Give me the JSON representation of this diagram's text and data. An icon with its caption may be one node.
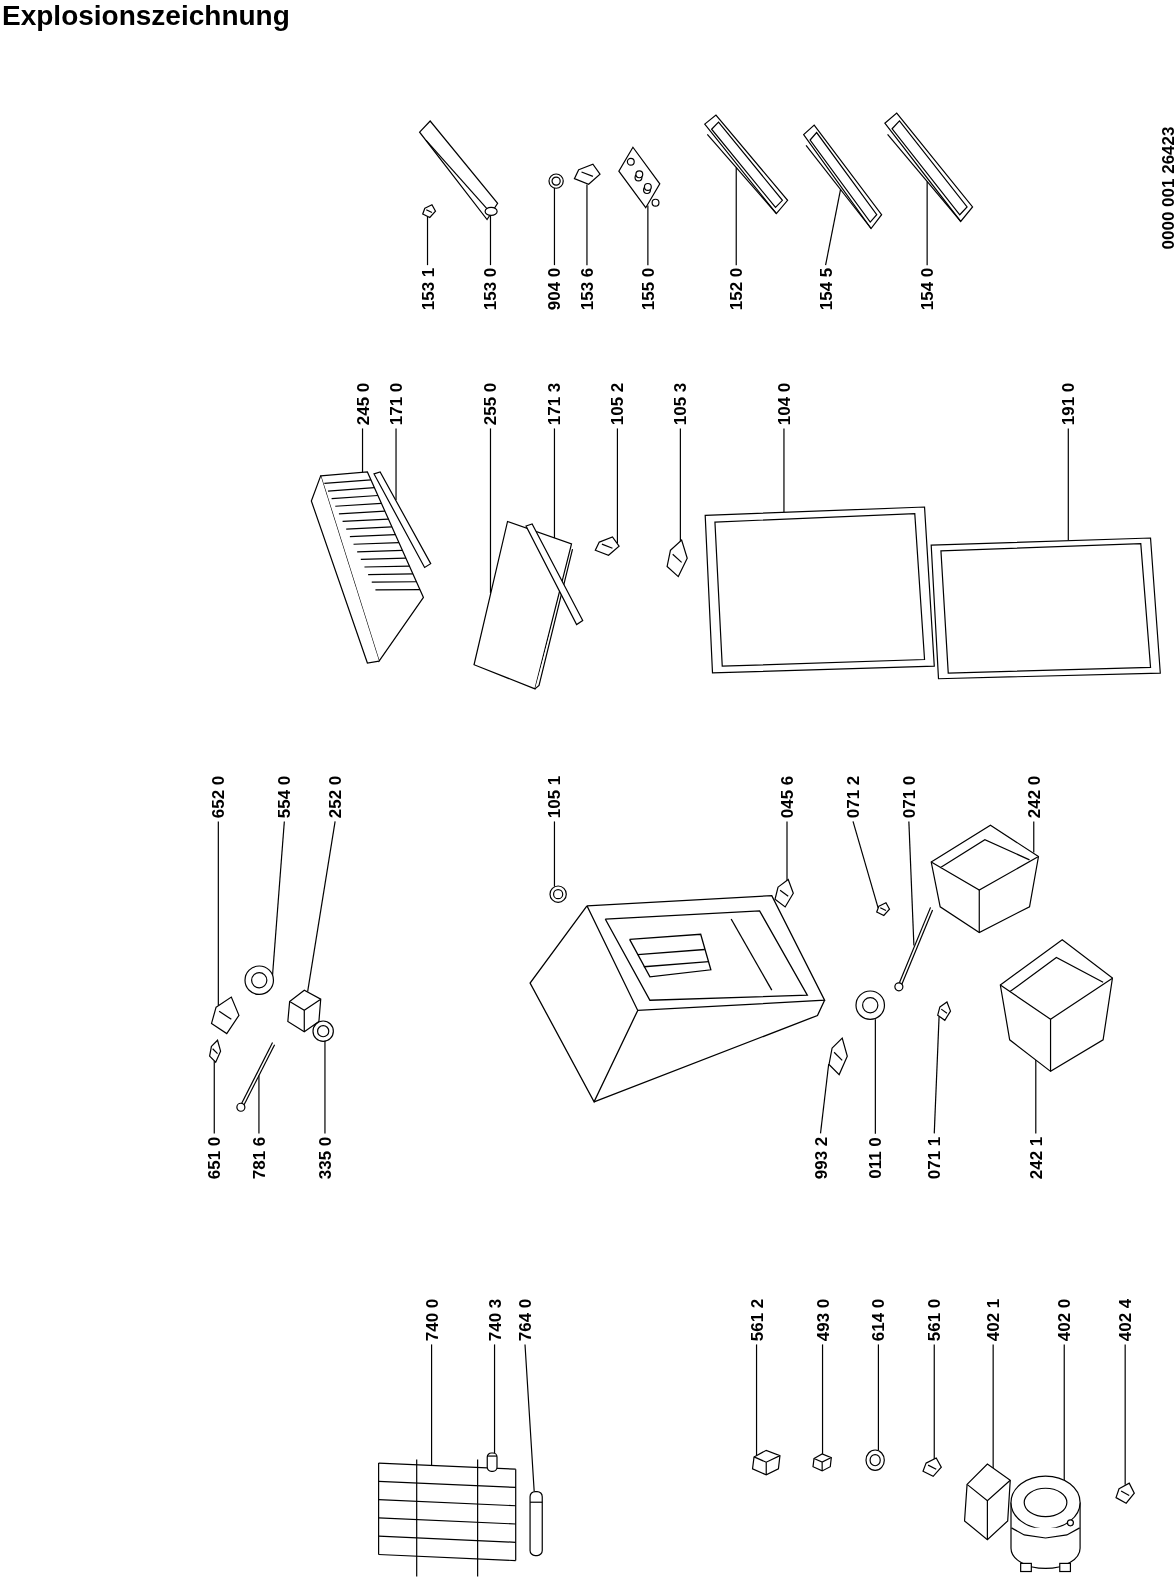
{
  "diagram": {
    "title": "Explosionszeichnung",
    "nodes": [
      {
        "text": [
          "153 1"
        ]
      },
      {
        "text": [],
        "shape": "picture"
      },
      {
        "text": [
          "153 0"
        ]
      },
      {
        "text": [],
        "shape": "picture"
      },
      {
        "text": [
          "904 0"
        ]
      },
      {
        "text": [],
        "shape": "picture"
      },
      {
        "text": [
          "153 6"
        ]
      },
      {
        "text": [],
        "shape": "picture"
      },
      {
        "text": [
          "155 0"
        ]
      },
      {
        "text": [],
        "shape": "picture"
      },
      {
        "text": [
          "152 0"
        ]
      },
      {
        "text": [],
        "shape": "picture"
      },
      {
        "text": [
          "154 5"
        ]
      },
      {
        "text": [],
        "shape": "picture"
      },
      {
        "text": [
          "154 0"
        ]
      },
      {
        "text": [],
        "shape": "picture"
      },
      {
        "text": [
          "245 0"
        ]
      },
      {
        "text": [],
        "shape": "picture"
      },
      {
        "text": [
          "171 0"
        ]
      },
      {
        "text": [],
        "shape": "picture"
      },
      {
        "text": [
          "255 0"
        ]
      },
      {
        "text": [],
        "shape": "picture"
      },
      {
        "text": [
          "171 3"
        ]
      },
      {
        "text": [],
        "shape": "picture"
      },
      {
        "text": [
          "105 2"
        ]
      },
      {
        "text": [],
        "shape": "picture"
      },
      {
        "text": [
          "105 3"
        ]
      },
      {
        "text": [],
        "shape": "picture"
      },
      {
        "text": [
          "104 0"
        ]
      },
      {
        "text": [],
        "shape": "picture"
      },
      {
        "text": [
          "191 0"
        ]
      },
      {
        "text": [],
        "shape": "picture"
      },
      {
        "text": [
          "652 0"
        ]
      },
      {
        "text": [],
        "shape": "picture"
      },
      {
        "text": [
          "554 0"
        ]
      },
      {
        "text": [],
        "shape": "picture"
      },
      {
        "text": [
          "252 0"
        ]
      },
      {
        "text": [],
        "shape": "picture"
      },
      {
        "text": [
          "105 1"
        ]
      },
      {
        "text": [],
        "shape": "picture"
      },
      {
        "text": [
          "045 6"
        ]
      },
      {
        "text": [],
        "shape": "picture"
      },
      {
        "text": [
          "071 2"
        ]
      },
      {
        "text": [],
        "shape": "picture"
      },
      {
        "text": [
          "071 0"
        ]
      },
      {
        "text": [],
        "shape": "picture"
      },
      {
        "text": [
          "242 0"
        ]
      },
      {
        "text": [],
        "shape": "picture"
      },
      {
        "text": [
          "651 0"
        ]
      },
      {
        "text": [],
        "shape": "picture"
      },
      {
        "text": [
          "781 6"
        ]
      },
      {
        "text": [],
        "shape": "picture"
      },
      {
        "text": [
          "335 0"
        ]
      },
      {
        "text": [],
        "shape": "picture"
      },
      {
        "text": [
          "993 2"
        ]
      },
      {
        "text": [],
        "shape": "picture"
      },
      {
        "text": [
          "011 0"
        ]
      },
      {
        "text": [],
        "shape": "picture"
      },
      {
        "text": [
          "071 1"
        ]
      },
      {
        "text": [],
        "shape": "picture"
      },
      {
        "text": [
          "242 1"
        ]
      },
      {
        "text": [],
        "shape": "picture"
      },
      {
        "text": [
          "740 0"
        ]
      },
      {
        "text": [],
        "shape": "picture"
      },
      {
        "text": [
          "740 3"
        ]
      },
      {
        "text": [],
        "shape": "picture"
      },
      {
        "text": [
          "764 0"
        ]
      },
      {
        "text": [],
        "shape": "picture"
      },
      {
        "text": [
          "561 2"
        ]
      },
      {
        "text": [],
        "shape": "picture"
      },
      {
        "text": [
          "493 0"
        ]
      },
      {
        "text": [],
        "shape": "picture"
      },
      {
        "text": [
          "614 0"
        ]
      },
      {
        "text": [],
        "shape": "picture"
      },
      {
        "text": [
          "561 0"
        ]
      },
      {
        "text": [],
        "shape": "picture"
      },
      {
        "text": [
          "402 1"
        ]
      },
      {
        "text": [],
        "shape": "picture"
      },
      {
        "text": [
          "402 0"
        ]
      },
      {
        "text": [],
        "shape": "picture"
      },
      {
        "text": [
          "402 4"
        ]
      },
      {
        "text": [],
        "shape": "picture"
      }
    ],
    "edges": [
      {
        "from": 0,
        "to": 1,
        "arrow": "none"
      },
      {
        "from": 2,
        "to": 3,
        "arrow": "none"
      },
      {
        "from": 4,
        "to": 5,
        "arrow": "none"
      },
      {
        "from": 6,
        "to": 7,
        "arrow": "none"
      },
      {
        "from": 8,
        "to": 9,
        "arrow": "none"
      },
      {
        "from": 10,
        "to": 11,
        "arrow": "none"
      },
      {
        "from": 12,
        "to": 13,
        "arrow": "none"
      },
      {
        "from": 14,
        "to": 15,
        "arrow": "none"
      },
      {
        "from": 16,
        "to": 17,
        "arrow": "none"
      },
      {
        "from": 18,
        "to": 19,
        "arrow": "none"
      },
      {
        "from": 20,
        "to": 21,
        "arrow": "none"
      },
      {
        "from": 22,
        "to": 23,
        "arrow": "none"
      },
      {
        "from": 24,
        "to": 25,
        "arrow": "none"
      },
      {
        "from": 26,
        "to": 27,
        "arrow": "none"
      },
      {
        "from": 28,
        "to": 29,
        "arrow": "none"
      },
      {
        "from": 30,
        "to": 31,
        "arrow": "none"
      },
      {
        "from": 32,
        "to": 33,
        "arrow": "none"
      },
      {
        "from": 34,
        "to": 35,
        "arrow": "none"
      },
      {
        "from": 36,
        "to": 37,
        "arrow": "none"
      },
      {
        "from": 38,
        "to": 39,
        "arrow": "none"
      },
      {
        "from": 40,
        "to": 41,
        "arrow": "none"
      },
      {
        "from": 42,
        "to": 43,
        "arrow": "none"
      },
      {
        "from": 44,
        "to": 45,
        "arrow": "none"
      },
      {
        "from": 46,
        "to": 47,
        "arrow": "none"
      },
      {
        "from": 48,
        "to": 49,
        "arrow": "none"
      },
      {
        "from": 50,
        "to": 51,
        "arrow": "none"
      },
      {
        "from": 52,
        "to": 53,
        "arrow": "none"
      },
      {
        "from": 54,
        "to": 55,
        "arrow": "none"
      },
      {
        "from": 56,
        "to": 57,
        "arrow": "none"
      },
      {
        "from": 58,
        "to": 59,
        "arrow": "none"
      },
      {
        "from": 60,
        "to": 61,
        "arrow": "none"
      },
      {
        "from": 62,
        "to": 63,
        "arrow": "none"
      },
      {
        "from": 64,
        "to": 65,
        "arrow": "none"
      },
      {
        "from": 66,
        "to": 67,
        "arrow": "none"
      },
      {
        "from": 68,
        "to": 69,
        "arrow": "none"
      },
      {
        "from": 70,
        "to": 71,
        "arrow": "none"
      },
      {
        "from": 72,
        "to": 73,
        "arrow": "none"
      },
      {
        "from": 74,
        "to": 75,
        "arrow": "none"
      },
      {
        "from": 76,
        "to": 77,
        "arrow": "none"
      },
      {
        "from": 78,
        "to": 79,
        "arrow": "none"
      },
      {
        "from": 80,
        "to": 81,
        "arrow": "none"
      }
    ],
    "labels": [
      "0000 001 26423"
    ]
  }
}
